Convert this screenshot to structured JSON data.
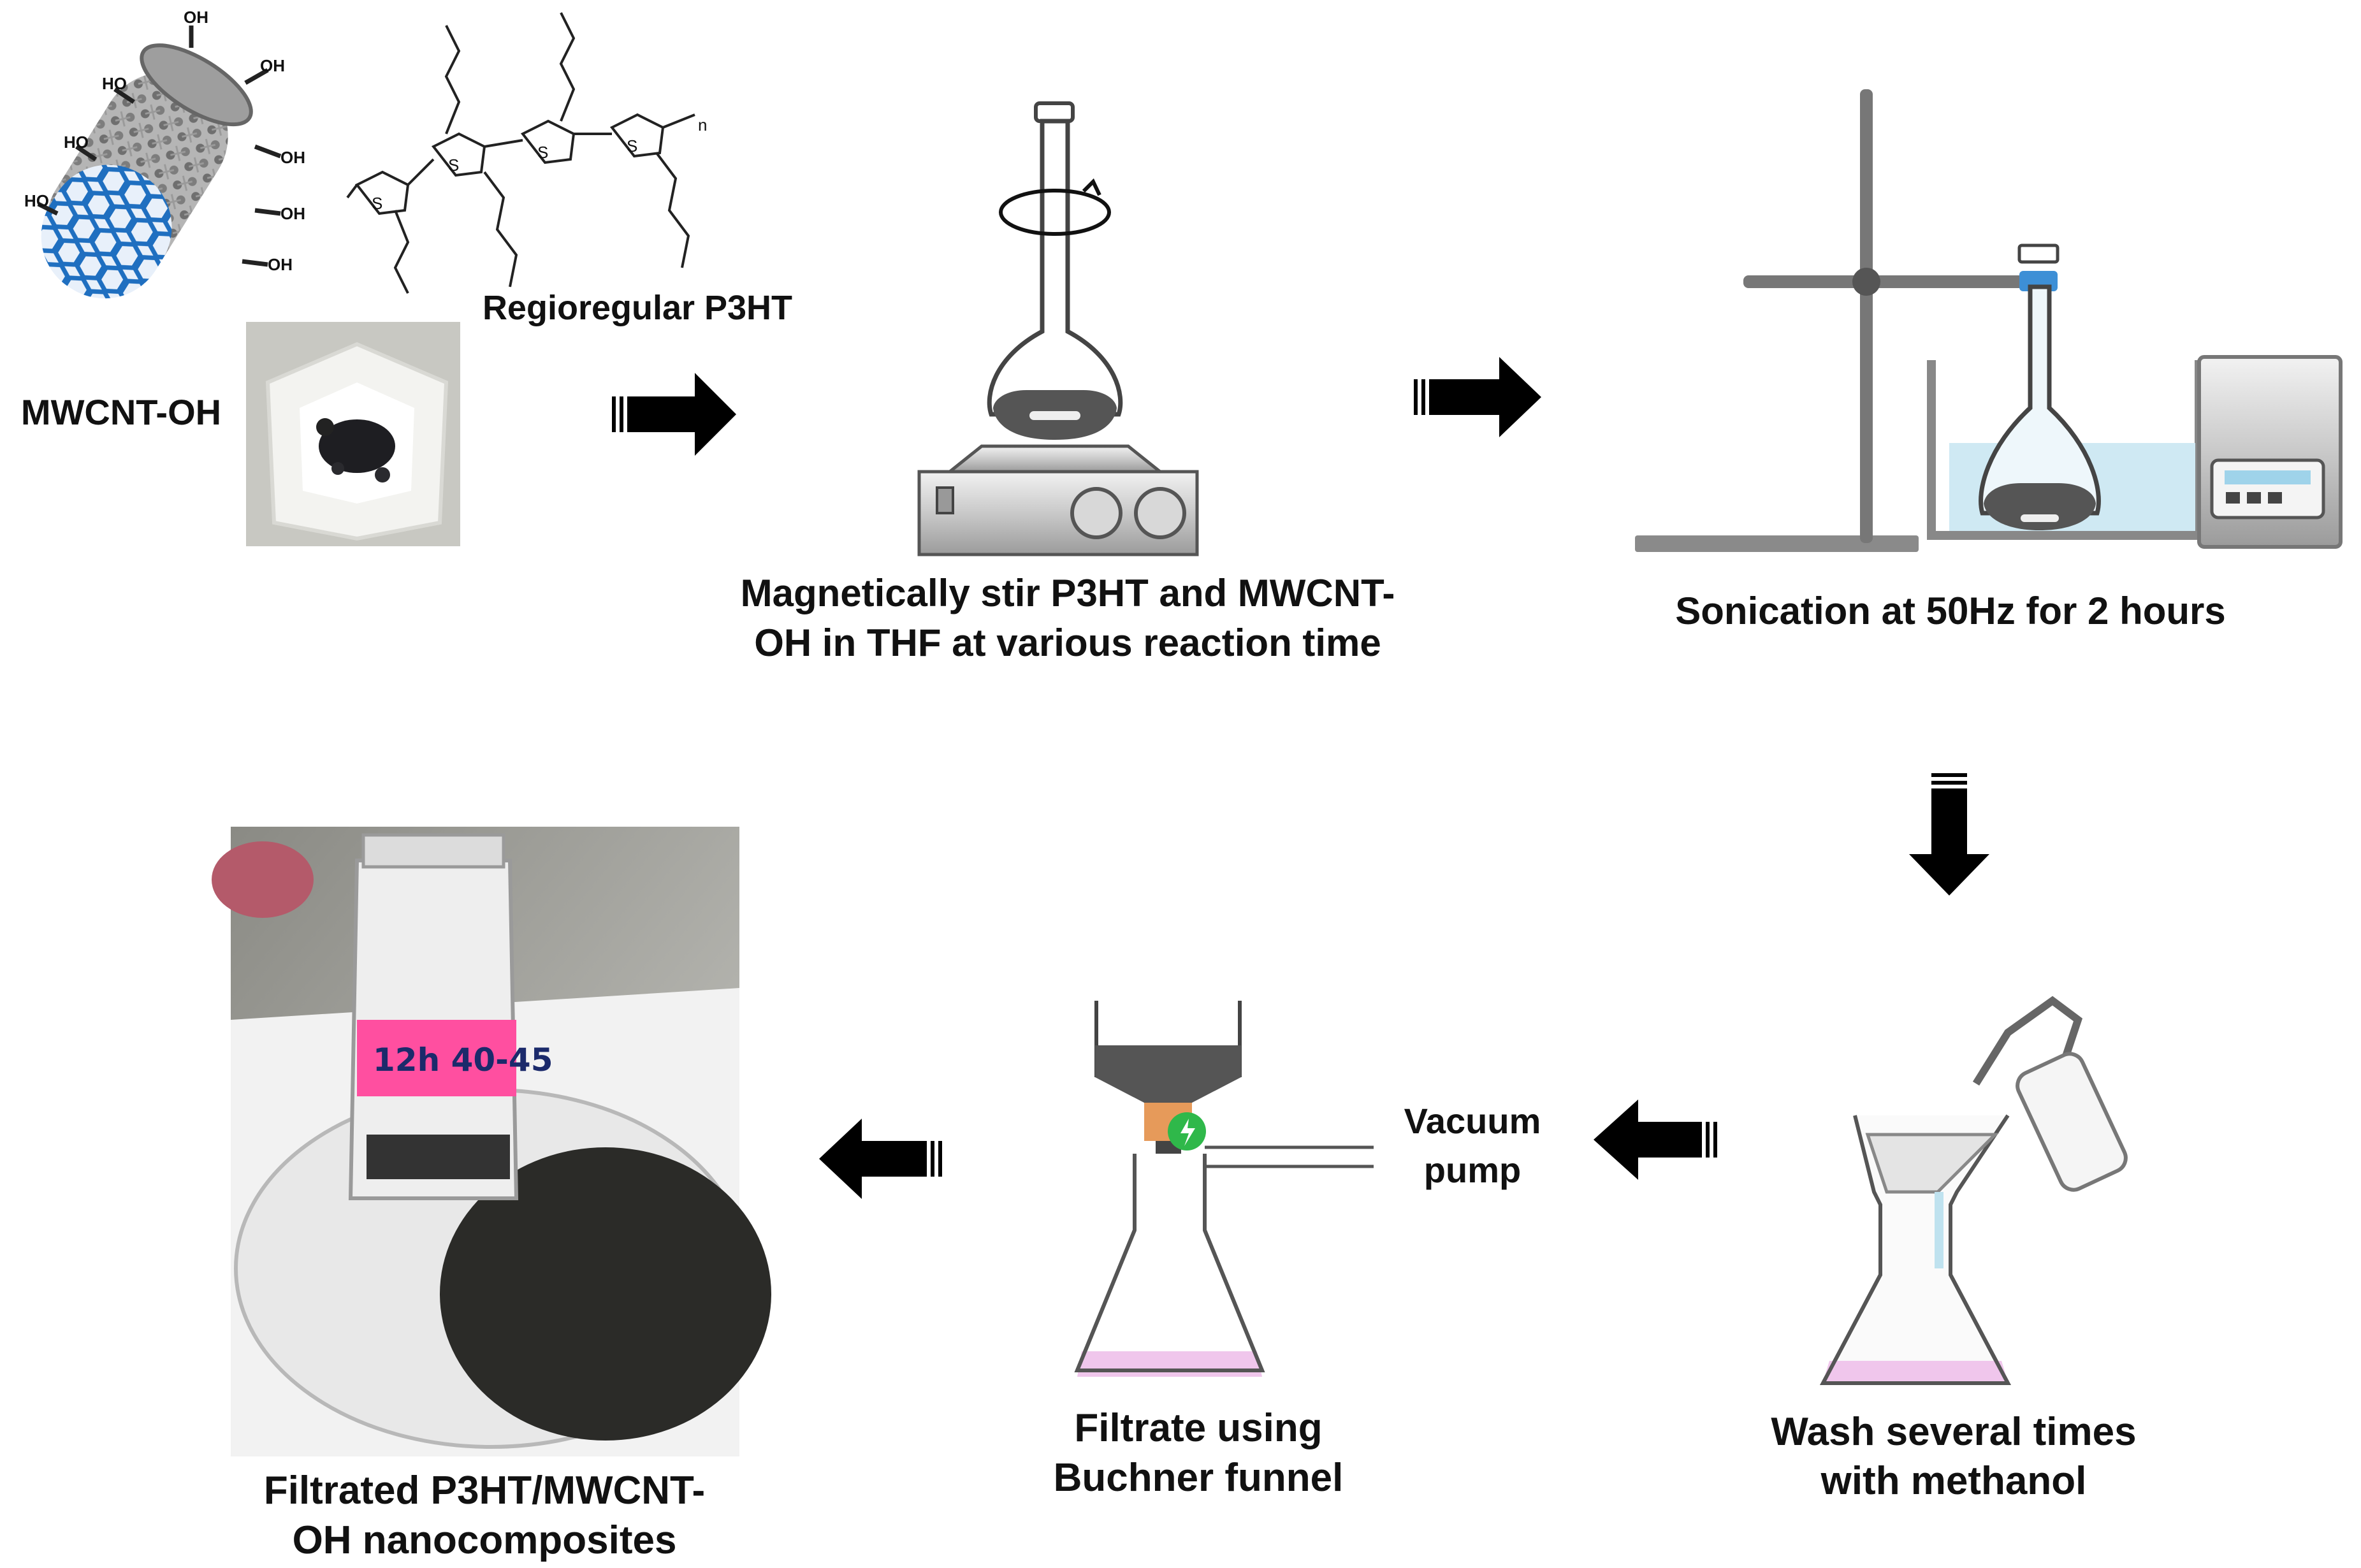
{
  "labels": {
    "mwcnt": "MWCNT-OH",
    "p3ht": "Regioregular P3HT",
    "stir_1": "Magnetically stir P3HT and MWCNT-",
    "stir_2": "OH in THF at various reaction time",
    "sonication": "Sonication at 50Hz for 2 hours",
    "wash_1": "Wash several times",
    "wash_2": "with methanol",
    "vacuum_1": "Vacuum",
    "vacuum_2": "pump",
    "filtrate_1": "Filtrate using",
    "filtrate_2": "Buchner funnel",
    "final_1": "Filtrated P3HT/MWCNT-",
    "final_2": "OH nanocomposites"
  },
  "chem": {
    "hydroxyl": "OH",
    "hydroxyl_left": "HO",
    "sulfur": "S",
    "repeat": "n"
  },
  "vial_tag": "12h  40-45",
  "colors": {
    "nanotube_grey": "#8c8c8c",
    "nanotube_blue": "#1f6fc0",
    "arrow": "#000000",
    "liquid_pink": "#f0c6ec",
    "bath_water": "#cfe9f3",
    "valve_green": "#2fb84a",
    "stopper_orange": "#e69a5a",
    "clamp_blue": "#3d8fd6",
    "tag_pink": "#ff4fa0"
  }
}
